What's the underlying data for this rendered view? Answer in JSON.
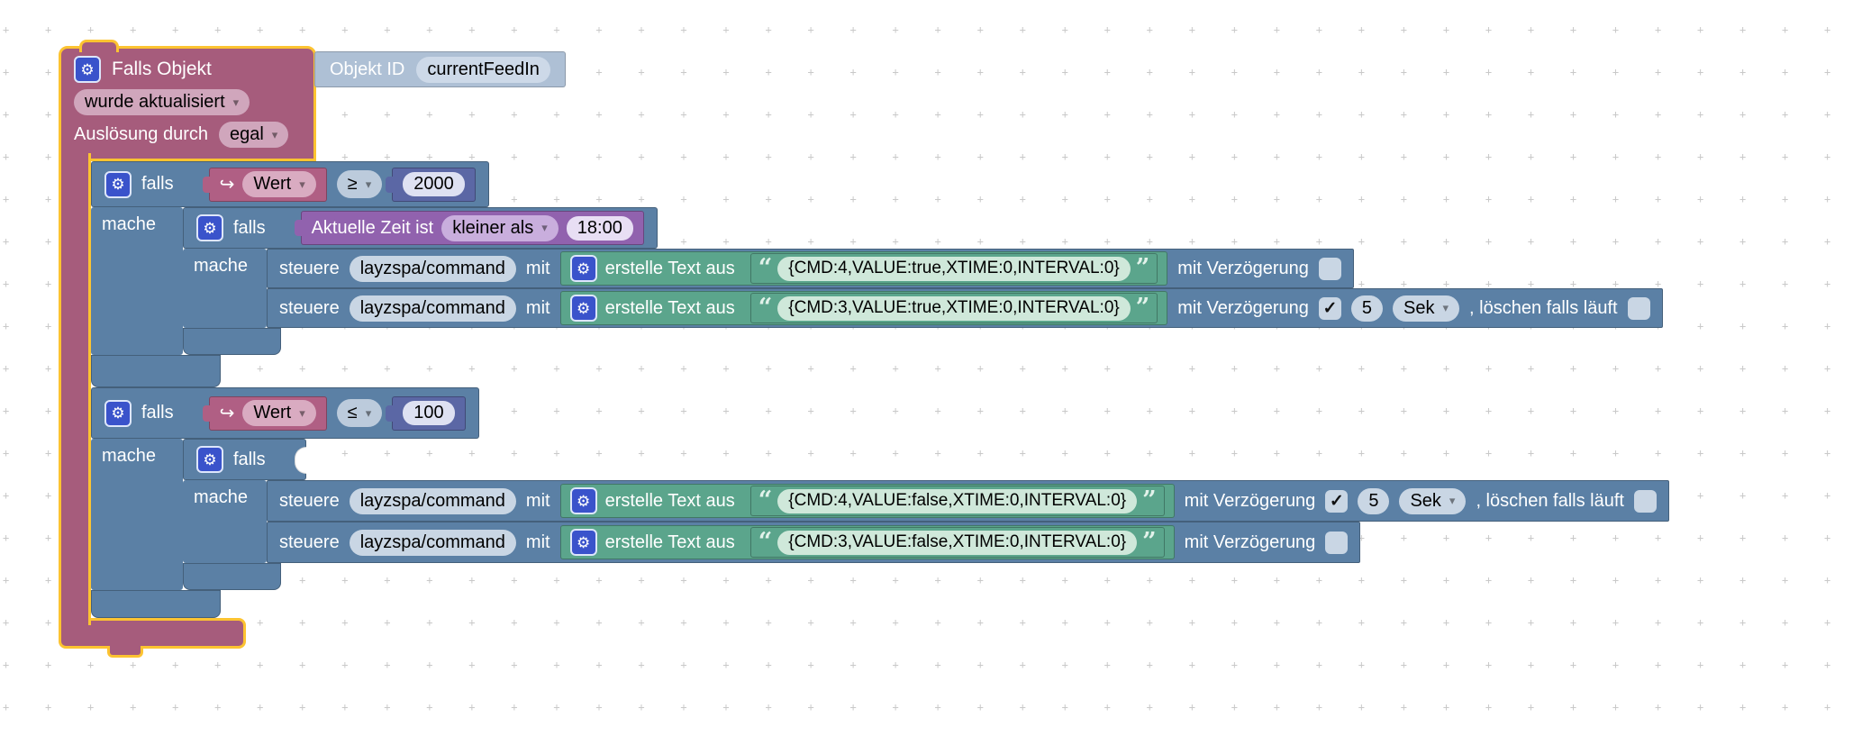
{
  "selection_color": "#fcc331",
  "colors": {
    "trigger_block": "#a65c7c",
    "logic_block": "#5b80a5",
    "text_block": "#5ba58c",
    "number_block": "#5b67a5",
    "time_block": "#9162ae",
    "value_block": "#b05f84",
    "oid_block": "#aec0d5",
    "grid": "#c9c9c9"
  },
  "trigger": {
    "title": "Falls Objekt",
    "oid_label": "Objekt ID",
    "oid_value": "currentFeedIn",
    "event": "wurde aktualisiert",
    "trigger_by_label": "Auslösung durch",
    "trigger_by_value": "egal"
  },
  "keywords": {
    "if": "falls",
    "do": "mache"
  },
  "if1": {
    "arrow": "↪",
    "value_label": "Wert",
    "operator": "≥",
    "number": "2000"
  },
  "if1_time": {
    "label": "Aktuelle Zeit ist",
    "compare": "kleiner als",
    "time": "18:00"
  },
  "if2": {
    "arrow": "↪",
    "value_label": "Wert",
    "operator": "≤",
    "number": "100"
  },
  "rows": [
    {
      "control": "steuere",
      "oid": "layzspa/command",
      "with_label": "mit",
      "create_text": "erstelle Text aus",
      "text": "{CMD:4,VALUE:true,XTIME:0,INTERVAL:0}",
      "delay_label": "mit Verzögerung",
      "delay_check": ""
    },
    {
      "control": "steuere",
      "oid": "layzspa/command",
      "with_label": "mit",
      "create_text": "erstelle Text aus",
      "text": "{CMD:3,VALUE:true,XTIME:0,INTERVAL:0}",
      "delay_label": "mit Verzögerung",
      "delay_check": "✓",
      "delay_value": "5",
      "delay_unit": "Sek",
      "clear_label": ", löschen falls läuft",
      "clear_check": ""
    },
    {
      "control": "steuere",
      "oid": "layzspa/command",
      "with_label": "mit",
      "create_text": "erstelle Text aus",
      "text": "{CMD:4,VALUE:false,XTIME:0,INTERVAL:0}",
      "delay_label": "mit Verzögerung",
      "delay_check": "✓",
      "delay_value": "5",
      "delay_unit": "Sek",
      "clear_label": ", löschen falls läuft",
      "clear_check": ""
    },
    {
      "control": "steuere",
      "oid": "layzspa/command",
      "with_label": "mit",
      "create_text": "erstelle Text aus",
      "text": "{CMD:3,VALUE:false,XTIME:0,INTERVAL:0}",
      "delay_label": "mit Verzögerung",
      "delay_check": ""
    }
  ]
}
